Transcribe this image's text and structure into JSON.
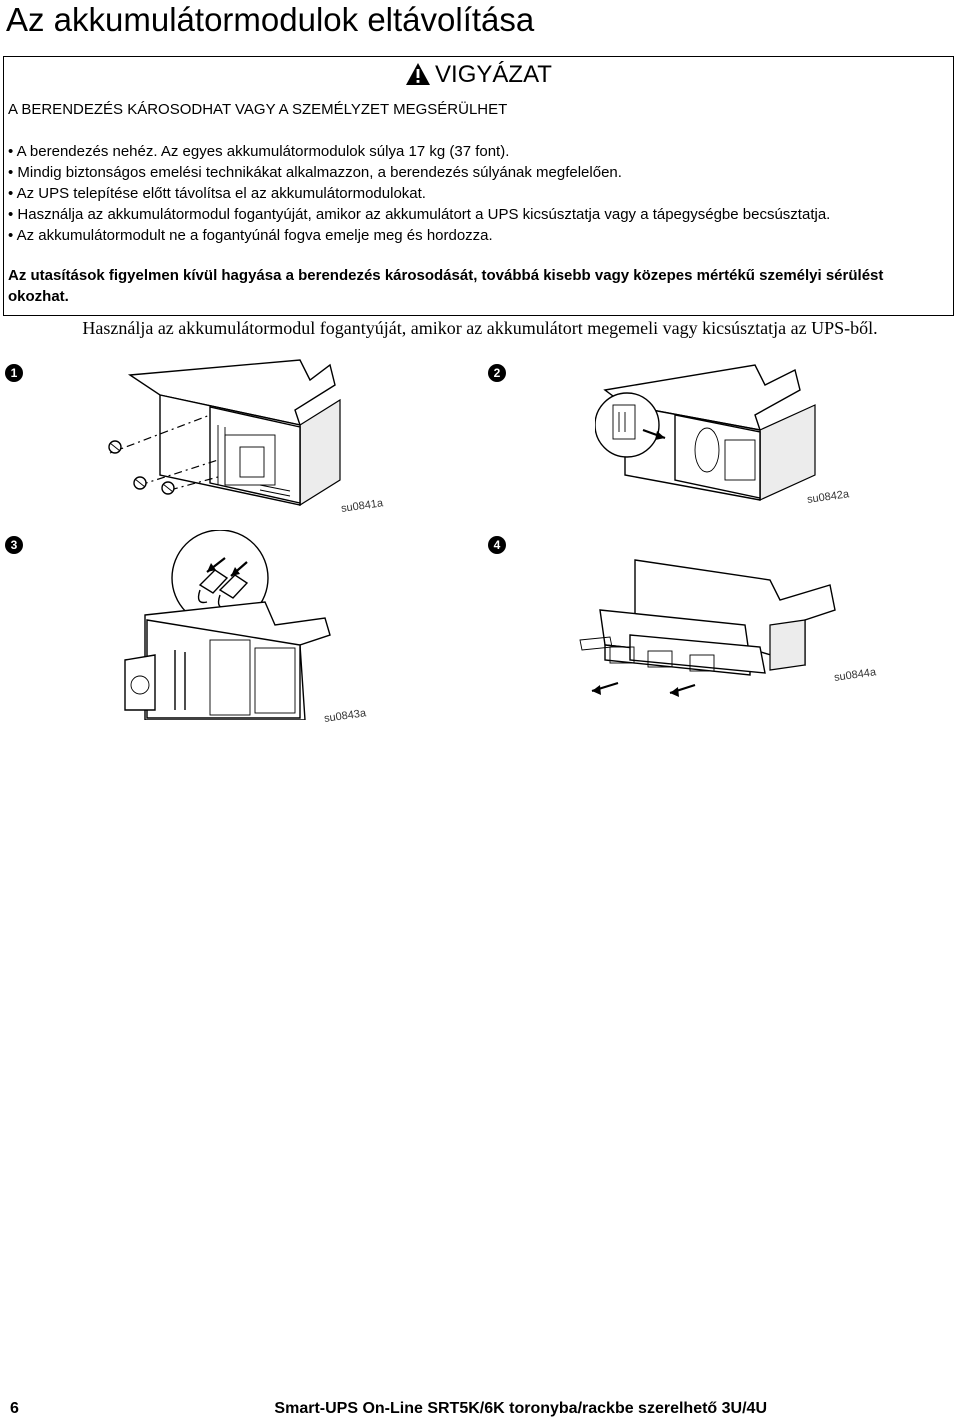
{
  "page": {
    "title": "Az akkumulátormodulok eltávolítása",
    "instruction": "Használja az akkumulátormodul fogantyúját, amikor az akkumulátort megemeli vagy kicsúsztatja az UPS-ből."
  },
  "warning": {
    "heading": "VIGYÁZAT",
    "subheading": "A BERENDEZÉS KÁROSODHAT VAGY A SZEMÉLYZET MEGSÉRÜLHET",
    "items": [
      "• A berendezés nehéz. Az egyes akkumulátormodulok súlya 17 kg (37 font).",
      "• Mindig biztonságos emelési technikákat alkalmazzon, a berendezés súlyának megfelelően.",
      "• Az UPS telepítése előtt távolítsa el az akkumulátormodulokat.",
      "• Használja az akkumulátormodul fogantyúját, amikor az akkumulátort a UPS kicsúsztatja vagy a tápegységbe becsúsztatja.",
      "• Az akkumulátormodult ne a fogantyúnál fogva emelje meg és hordozza."
    ],
    "note": "Az utasítások figyelmen kívül hagyása a berendezés károsodását, továbbá kisebb vagy közepes mértékű személyi sérülést okozhat."
  },
  "figures": [
    {
      "step": "1",
      "code": "su0841a",
      "icon": "screw-removal-illustration"
    },
    {
      "step": "2",
      "code": "su0842a",
      "icon": "bracket-slide-illustration"
    },
    {
      "step": "3",
      "code": "su0843a",
      "icon": "connector-disconnect-illustration"
    },
    {
      "step": "4",
      "code": "su0844a",
      "icon": "battery-pull-out-illustration"
    }
  ],
  "footer": {
    "page_number": "6",
    "doc_title": "Smart-UPS On-Line SRT5K/6K toronyba/rackbe szerelhető 3U/4U"
  }
}
